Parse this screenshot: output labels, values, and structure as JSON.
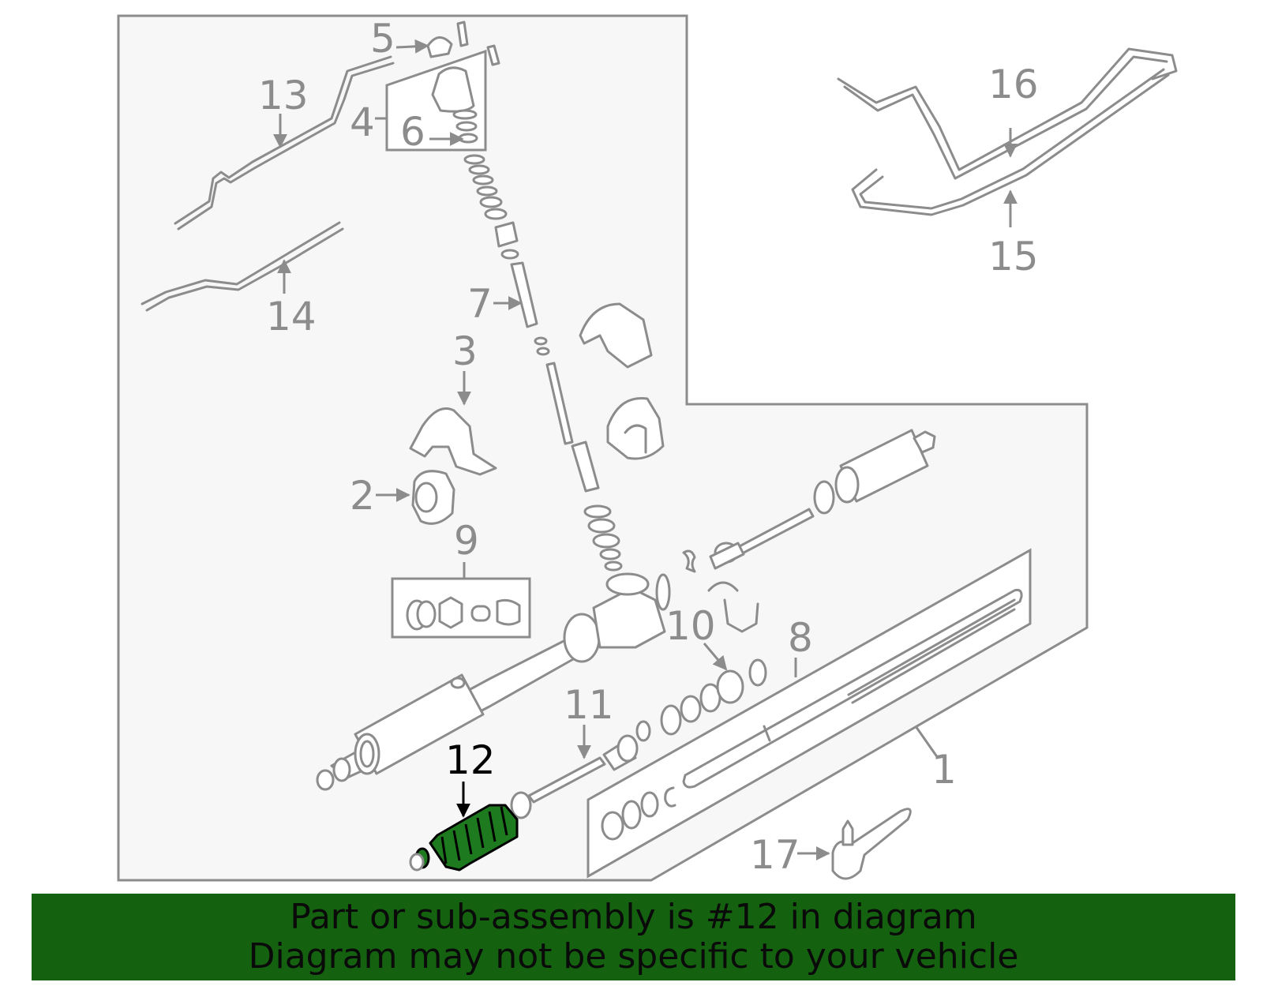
{
  "callouts": [
    "1",
    "2",
    "3",
    "4",
    "5",
    "6",
    "7",
    "8",
    "9",
    "10",
    "11",
    "12",
    "13",
    "14",
    "15",
    "16",
    "17"
  ],
  "highlighted_part": "12",
  "colors": {
    "panel_fill": "#f7f7f7",
    "outline": "#8c8c8c",
    "highlight_fill": "#1e7a1e",
    "footer_bg": "#14620f",
    "footer_text": "#0a0a0a"
  },
  "footer": {
    "line1": "Part or sub-assembly is #12 in diagram",
    "line2": "Diagram may not be specific to your vehicle"
  }
}
